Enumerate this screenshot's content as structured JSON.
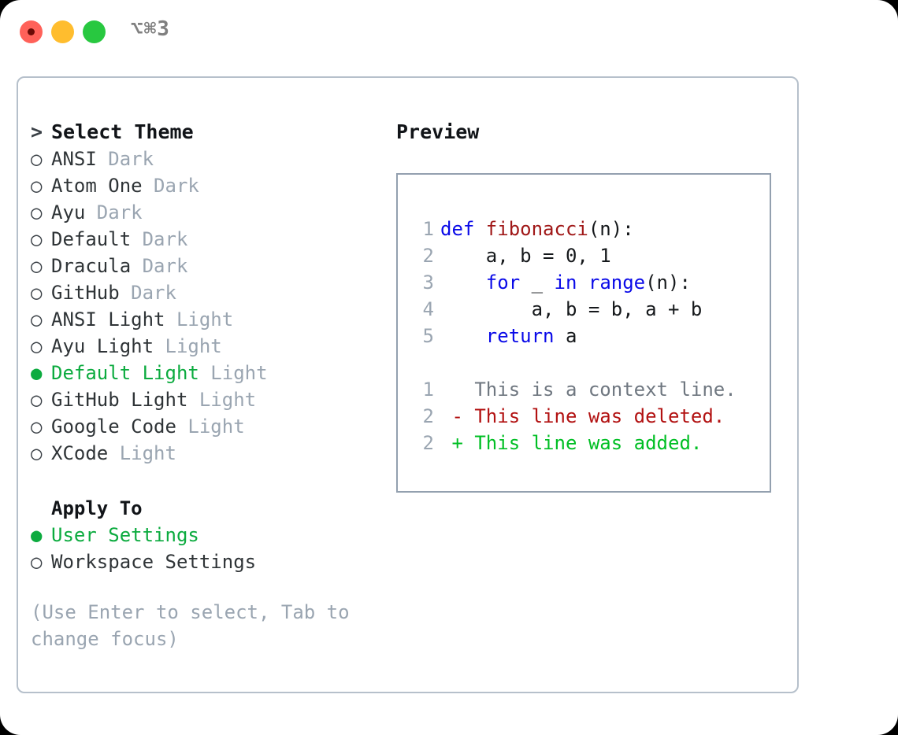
{
  "window": {
    "shortcut": "⌥⌘3",
    "traffic_lights": [
      {
        "name": "close",
        "color": "#ff6159"
      },
      {
        "name": "minimize",
        "color": "#ffbd2e"
      },
      {
        "name": "maximize",
        "color": "#28c840"
      }
    ]
  },
  "colors": {
    "accent_green": "#0cab3f",
    "muted": "#9aa5b1",
    "keyword_blue": "#0a0ae8",
    "function_red": "#a01818",
    "diff_deleted": "#b21111",
    "diff_added": "#00bf24",
    "border": "#b6c0cb",
    "preview_border": "#93a0af"
  },
  "left": {
    "header_prompt": ">",
    "header_label": "Select Theme",
    "bullet_selected": "●",
    "bullet_unselected": "○",
    "themes": [
      {
        "name": "ANSI",
        "kind": "Dark",
        "selected": false
      },
      {
        "name": "Atom One",
        "kind": "Dark",
        "selected": false
      },
      {
        "name": "Ayu",
        "kind": "Dark",
        "selected": false
      },
      {
        "name": "Default",
        "kind": "Dark",
        "selected": false
      },
      {
        "name": "Dracula",
        "kind": "Dark",
        "selected": false
      },
      {
        "name": "GitHub",
        "kind": "Dark",
        "selected": false
      },
      {
        "name": "ANSI Light",
        "kind": "Light",
        "selected": false
      },
      {
        "name": "Ayu Light",
        "kind": "Light",
        "selected": false
      },
      {
        "name": "Default Light",
        "kind": "Light",
        "selected": true
      },
      {
        "name": "GitHub Light",
        "kind": "Light",
        "selected": false
      },
      {
        "name": "Google Code",
        "kind": "Light",
        "selected": false
      },
      {
        "name": "XCode",
        "kind": "Light",
        "selected": false
      }
    ],
    "apply_to_label": "Apply To",
    "apply_options": [
      {
        "label": "User Settings",
        "selected": true
      },
      {
        "label": "Workspace Settings",
        "selected": false
      }
    ],
    "hint": "(Use Enter to select, Tab to change focus)"
  },
  "right": {
    "preview_title": "Preview",
    "code_lines": [
      {
        "no": "1",
        "segments": [
          {
            "t": "def ",
            "c": "kw"
          },
          {
            "t": "fibonacci",
            "c": "fn"
          },
          {
            "t": "(n):",
            "c": "plain"
          }
        ]
      },
      {
        "no": "2",
        "segments": [
          {
            "t": "    a, b = 0, 1",
            "c": "plain"
          }
        ]
      },
      {
        "no": "3",
        "segments": [
          {
            "t": "    ",
            "c": "plain"
          },
          {
            "t": "for",
            "c": "kw"
          },
          {
            "t": " _ ",
            "c": "plain"
          },
          {
            "t": "in range",
            "c": "kw"
          },
          {
            "t": "(n):",
            "c": "plain"
          }
        ]
      },
      {
        "no": "4",
        "segments": [
          {
            "t": "        a, b = b, a + b",
            "c": "plain"
          }
        ]
      },
      {
        "no": "5",
        "segments": [
          {
            "t": "    ",
            "c": "plain"
          },
          {
            "t": "return",
            "c": "kw"
          },
          {
            "t": " a",
            "c": "plain"
          }
        ]
      }
    ],
    "diff_lines": [
      {
        "no": "1",
        "marker": " ",
        "text": " This is a context line.",
        "c": "ctx"
      },
      {
        "no": "2",
        "marker": "-",
        "text": " This line was deleted.",
        "c": "del"
      },
      {
        "no": "2",
        "marker": "+",
        "text": " This line was added.",
        "c": "add"
      }
    ]
  }
}
